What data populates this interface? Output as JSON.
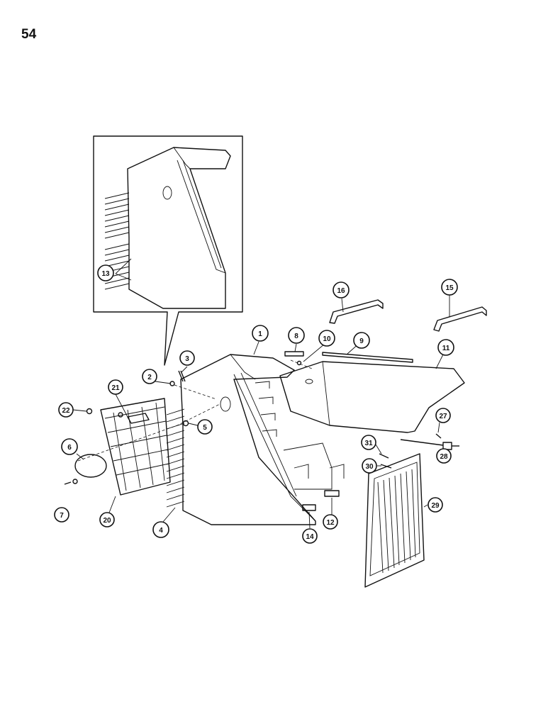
{
  "page": {
    "number": "54"
  },
  "callouts": [
    {
      "id": "c1",
      "label": "1"
    },
    {
      "id": "c2",
      "label": "2"
    },
    {
      "id": "c3",
      "label": "3"
    },
    {
      "id": "c4",
      "label": "4"
    },
    {
      "id": "c5",
      "label": "5"
    },
    {
      "id": "c6",
      "label": "6"
    },
    {
      "id": "c7",
      "label": "7"
    },
    {
      "id": "c8",
      "label": "8"
    },
    {
      "id": "c9",
      "label": "9"
    },
    {
      "id": "c10",
      "label": "10"
    },
    {
      "id": "c11",
      "label": "11"
    },
    {
      "id": "c12",
      "label": "12"
    },
    {
      "id": "c13",
      "label": "13"
    },
    {
      "id": "c14",
      "label": "14"
    },
    {
      "id": "c15",
      "label": "15"
    },
    {
      "id": "c16",
      "label": "16"
    },
    {
      "id": "c20",
      "label": "20"
    },
    {
      "id": "c21",
      "label": "21"
    },
    {
      "id": "c22",
      "label": "22"
    },
    {
      "id": "c27",
      "label": "27"
    },
    {
      "id": "c28",
      "label": "28"
    },
    {
      "id": "c29",
      "label": "29"
    },
    {
      "id": "c30",
      "label": "30"
    },
    {
      "id": "c31",
      "label": "31"
    }
  ]
}
